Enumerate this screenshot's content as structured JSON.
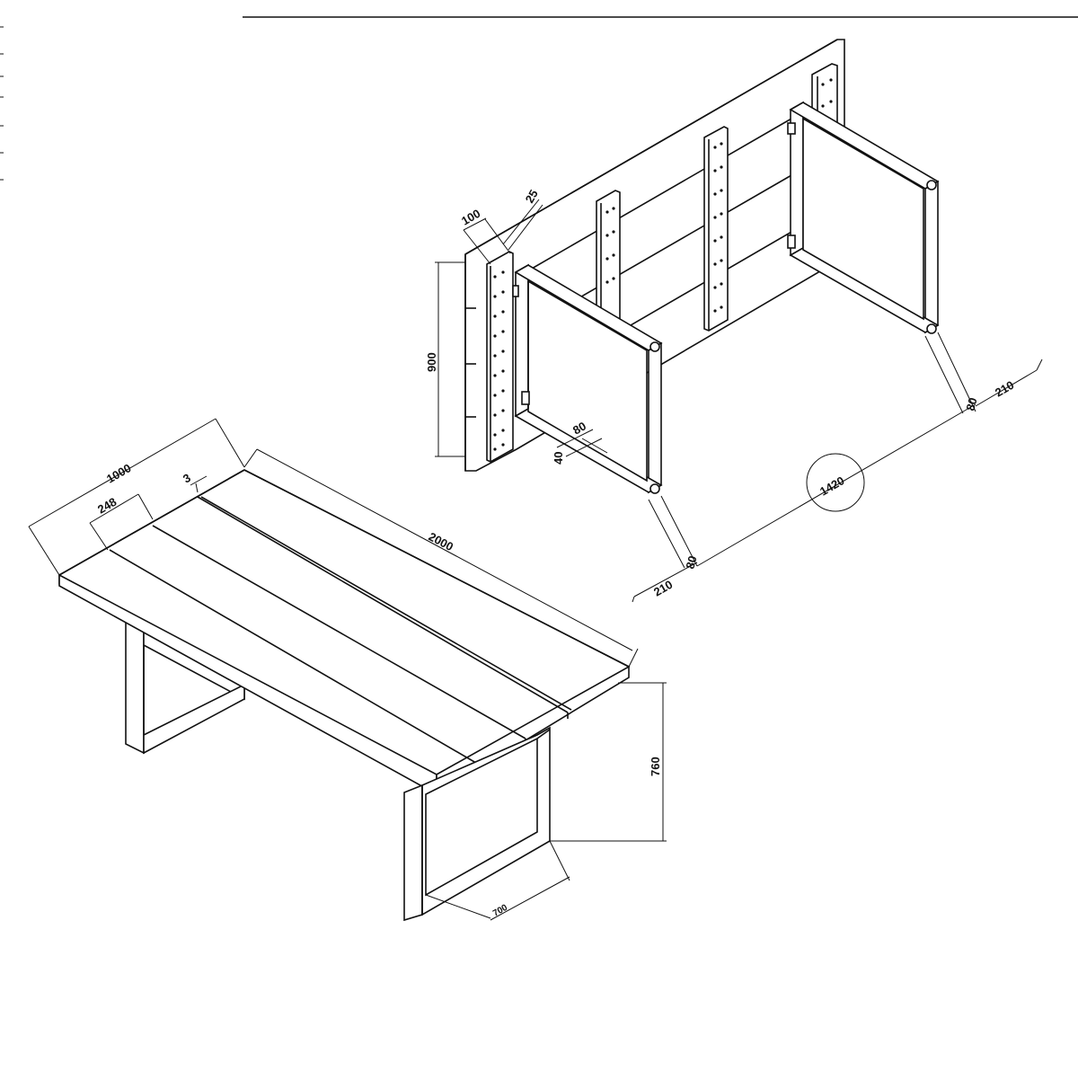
{
  "dimensions": {
    "top_overall_width": "1000",
    "plank_width": "248",
    "plank_gap": "3",
    "table_length": "2000",
    "table_height": "760",
    "leg_frame_depth": "700",
    "underside_frame_height": "900",
    "batten_width": "100",
    "batten_thickness": "25",
    "leg_spacing": "1420",
    "leg_inset_left": "210",
    "leg_inset_right": "210",
    "leg_section_left": "80",
    "leg_section_right": "80",
    "leg_tube_width": "80",
    "leg_tube_height": "40"
  }
}
